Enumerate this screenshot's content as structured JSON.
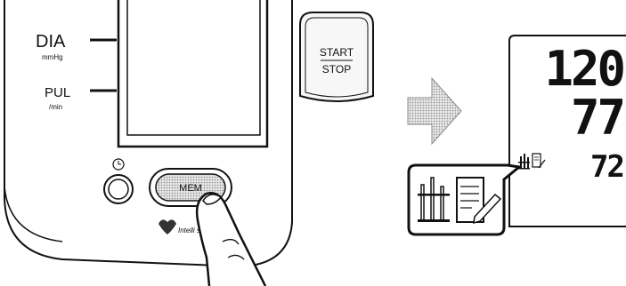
{
  "device": {
    "dia_label": "DIA",
    "dia_unit": "mmHg",
    "pul_label": "PUL",
    "pul_unit": "/min",
    "start_label": "START",
    "stop_label": "STOP",
    "mem_label": "MEM",
    "brand_text": "Intelli sense"
  },
  "display": {
    "systolic": "120",
    "diastolic": "77",
    "pulse": "72"
  },
  "icons": {
    "average_icon": "bar-chart-icon",
    "memory_icon": "note-pen-icon",
    "timer_icon": "clock-icon",
    "arrow_icon": "right-arrow-icon"
  },
  "colors": {
    "ink": "#111111",
    "button_fill": "#c8c8c8",
    "arrow": "#8c8c8c",
    "background": "#ffffff"
  }
}
